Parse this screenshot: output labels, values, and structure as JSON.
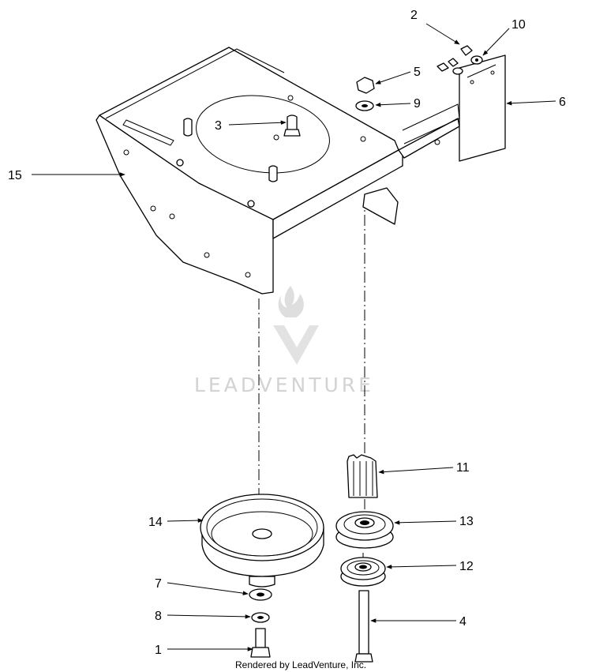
{
  "callouts": {
    "c1": "1",
    "c2": "2",
    "c3": "3",
    "c4": "4",
    "c5": "5",
    "c6": "6",
    "c7": "7",
    "c8": "8",
    "c9": "9",
    "c10": "10",
    "c11": "11",
    "c12": "12",
    "c13": "13",
    "c14": "14",
    "c15": "15"
  },
  "watermark": {
    "text": "LEADVENTURE"
  },
  "credit": {
    "text": "Rendered by LeadVenture, Inc."
  }
}
